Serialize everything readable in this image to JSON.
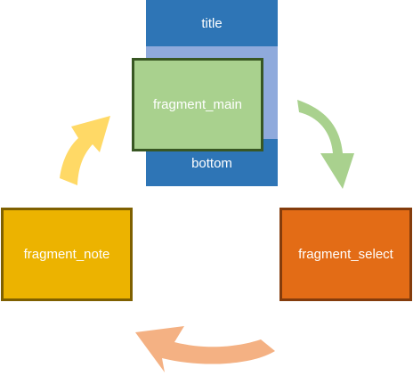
{
  "labels": {
    "title": "title",
    "bottom": "bottom",
    "fragment_main": "fragment_main",
    "fragment_note": "fragment_note",
    "fragment_select": "fragment_select"
  },
  "colors": {
    "column_dark": "#2e75b6",
    "column_light": "#8faadc",
    "fragment_main_fill": "#a9d18e",
    "fragment_main_border": "#385723",
    "fragment_note_fill": "#ecb300",
    "fragment_note_border": "#7f6000",
    "fragment_select_fill": "#e36c16",
    "fragment_select_border": "#843c0c",
    "arrow_green": "#a9d18e",
    "arrow_peach": "#f4b183",
    "arrow_yellow": "#ffd966"
  },
  "arrows": [
    {
      "from": "fragment_main",
      "to": "fragment_select",
      "color_key": "arrow_green"
    },
    {
      "from": "fragment_select",
      "to": "fragment_note",
      "color_key": "arrow_peach"
    },
    {
      "from": "fragment_note",
      "to": "fragment_main",
      "color_key": "arrow_yellow"
    }
  ]
}
